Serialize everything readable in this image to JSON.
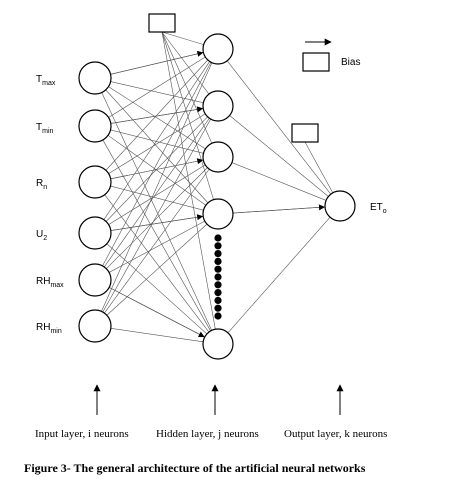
{
  "diagram": {
    "inputs": [
      {
        "main": "T",
        "sub": "max"
      },
      {
        "main": "T",
        "sub": "min"
      },
      {
        "main": "R",
        "sub": "n"
      },
      {
        "main": "U",
        "sub": "2"
      },
      {
        "main": "RH",
        "sub": "max"
      },
      {
        "main": "RH",
        "sub": "min"
      }
    ],
    "hidden_visible_neurons": 5,
    "ellipsis_dots": 11,
    "output": {
      "main": "ET",
      "sub": "o"
    },
    "legend": {
      "bias_label": "Bias"
    },
    "layer_captions": [
      {
        "id": "input",
        "text": "Input layer, i neurons"
      },
      {
        "id": "hidden",
        "text": "Hidden layer, j neurons"
      },
      {
        "id": "output",
        "text": "Output layer, k neurons"
      }
    ],
    "figure_caption": "Figure 3- The general architecture of the artificial neural networks"
  }
}
